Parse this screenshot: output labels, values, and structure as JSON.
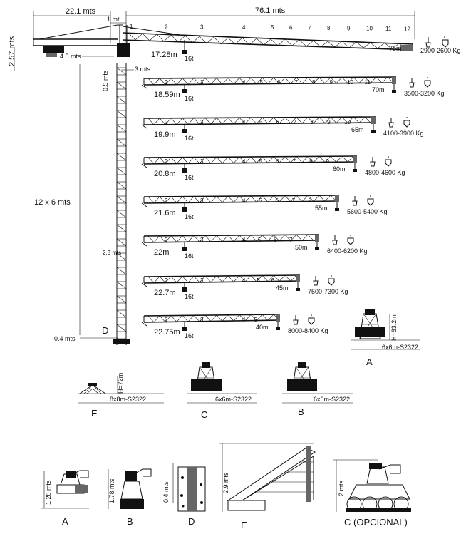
{
  "top_dims": {
    "counter_jib": "22.1 mts",
    "jib": "76.1 mts",
    "one_m": "1 mt",
    "height_257": "2.57 mts",
    "d45": "4.5 mts",
    "d3": "3 mts",
    "d05": "0.5 mts",
    "mast": "12 x 6 mts",
    "small_23": "2.3 mts",
    "d04": "0.4 mts",
    "base_label": "D"
  },
  "main_jib": {
    "sections": [
      "1",
      "2",
      "3",
      "4",
      "5",
      "6",
      "7",
      "8",
      "9",
      "10",
      "11",
      "12"
    ],
    "hook_dist": "17.28m",
    "hook_cap": "16t",
    "tip": "75m",
    "load": "2900-2600 Kg"
  },
  "jibs": [
    {
      "hook_dist": "18.59m",
      "cap": "16t",
      "tip": "70m",
      "load": "3500-3200 Kg",
      "sections": [
        "2",
        "3",
        "4",
        "5",
        "6",
        "7",
        "8",
        "9",
        "10",
        "11"
      ]
    },
    {
      "hook_dist": "19.9m",
      "cap": "16t",
      "tip": "65m",
      "load": "4100-3900 Kg",
      "sections": [
        "2",
        "3",
        "4",
        "5",
        "6",
        "7",
        "8",
        "9",
        "10"
      ]
    },
    {
      "hook_dist": "20.8m",
      "cap": "16t",
      "tip": "60m",
      "load": "4800-4600 Kg",
      "sections": [
        "2",
        "3",
        "4",
        "5",
        "6",
        "7",
        "8",
        "9"
      ]
    },
    {
      "hook_dist": "21.6m",
      "cap": "16t",
      "tip": "55m",
      "load": "5600-5400 Kg",
      "sections": [
        "2",
        "3",
        "4",
        "5",
        "6",
        "7",
        "8"
      ]
    },
    {
      "hook_dist": "22m",
      "cap": "16t",
      "tip": "50m",
      "load": "6400-6200 Kg",
      "sections": [
        "2",
        "3",
        "4",
        "5",
        "6",
        "7"
      ]
    },
    {
      "hook_dist": "22.7m",
      "cap": "16t",
      "tip": "45m",
      "load": "7500-7300 Kg",
      "sections": [
        "2",
        "3",
        "4",
        "5",
        "6"
      ]
    },
    {
      "hook_dist": "22.75m",
      "cap": "16t",
      "tip": "40m",
      "load": "8000-8400 Kg",
      "sections": [
        "2",
        "3",
        "4",
        "5"
      ]
    }
  ],
  "bases": {
    "A": {
      "letter": "A",
      "dim": "H=63.2m",
      "spec": "6x6m-S2322"
    },
    "E": {
      "letter": "E",
      "dim": "H=72m",
      "spec": "8x8m-S2322"
    },
    "C": {
      "letter": "C",
      "spec": "6x6m-S2322"
    },
    "B": {
      "letter": "B",
      "spec": "6x6m-S2322"
    }
  },
  "details": {
    "A": {
      "letter": "A",
      "dim": "1.28 mts"
    },
    "B": {
      "letter": "B",
      "dim": "1.78 mts"
    },
    "D": {
      "letter": "D",
      "dim": "0.4 mts"
    },
    "E": {
      "letter": "E",
      "dim": "2.9 mts"
    },
    "C": {
      "letter": "C (OPCIONAL)",
      "dim": "2 mts"
    }
  }
}
